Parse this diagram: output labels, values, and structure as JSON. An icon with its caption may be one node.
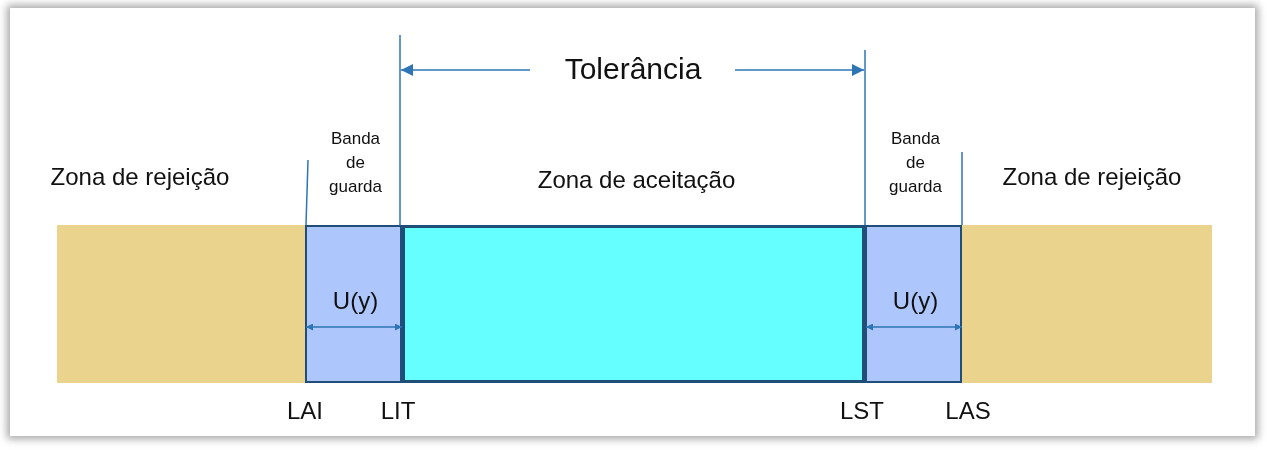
{
  "diagram": {
    "nodes": [
      {
        "text": [
          "Zona de rejeição"
        ]
      },
      {
        "text": [
          "Banda de guarda",
          "U(y)"
        ]
      },
      {
        "text": [
          "Zona de aceitação"
        ]
      },
      {
        "text": [
          "Banda de guarda",
          "U(y)"
        ]
      },
      {
        "text": [
          "Zona de rejeição"
        ]
      }
    ],
    "labels": [
      "Tolerância",
      "LAI",
      "LIT",
      "LST",
      "LAS"
    ]
  }
}
